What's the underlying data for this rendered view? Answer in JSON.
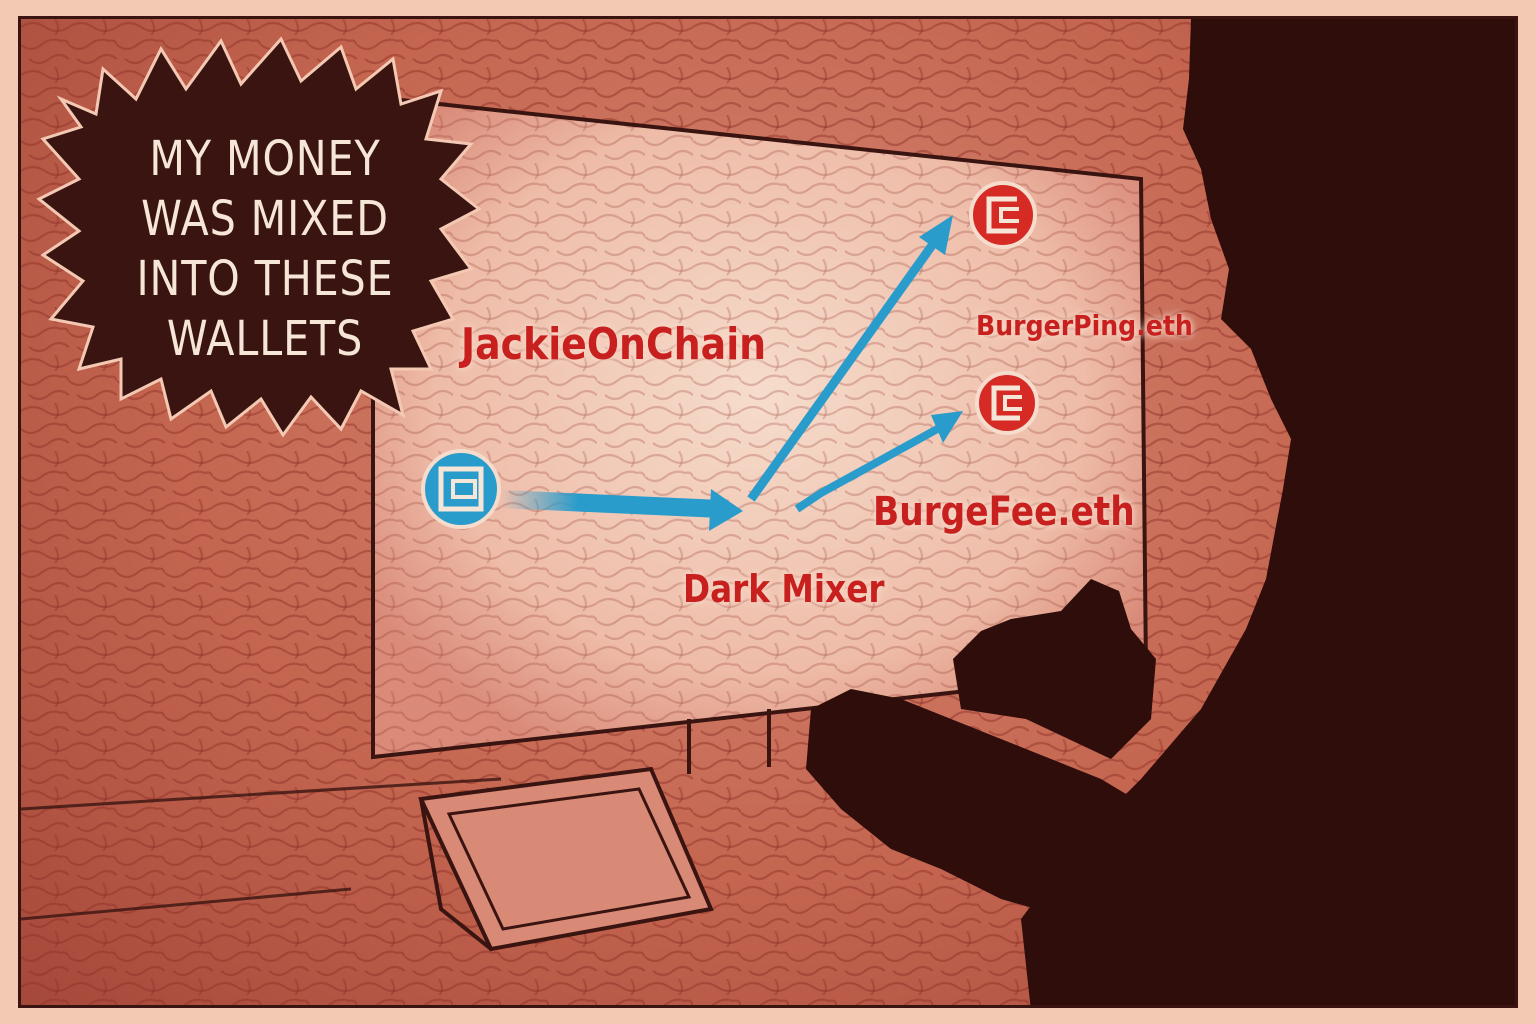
{
  "speech_bubble": {
    "lines": [
      "MY MONEY",
      "WAS MIXED",
      "INTO THESE",
      "WALLETS"
    ]
  },
  "diagram": {
    "source_label": "JackieOnChain",
    "mixer_label": "Dark Mixer",
    "wallet_1_label": "BurgerPing.eth",
    "wallet_2_label": "BurgeFee.eth",
    "icons": {
      "source": "blue-wallet-icon",
      "wallet_1": "red-wallet-icon",
      "wallet_2": "red-wallet-icon"
    }
  },
  "colors": {
    "background": "#c46650",
    "label_red": "#c8201e",
    "arrow_blue": "#2a9ccc",
    "silhouette": "#2e0d0a",
    "bubble": "#3a1410"
  }
}
